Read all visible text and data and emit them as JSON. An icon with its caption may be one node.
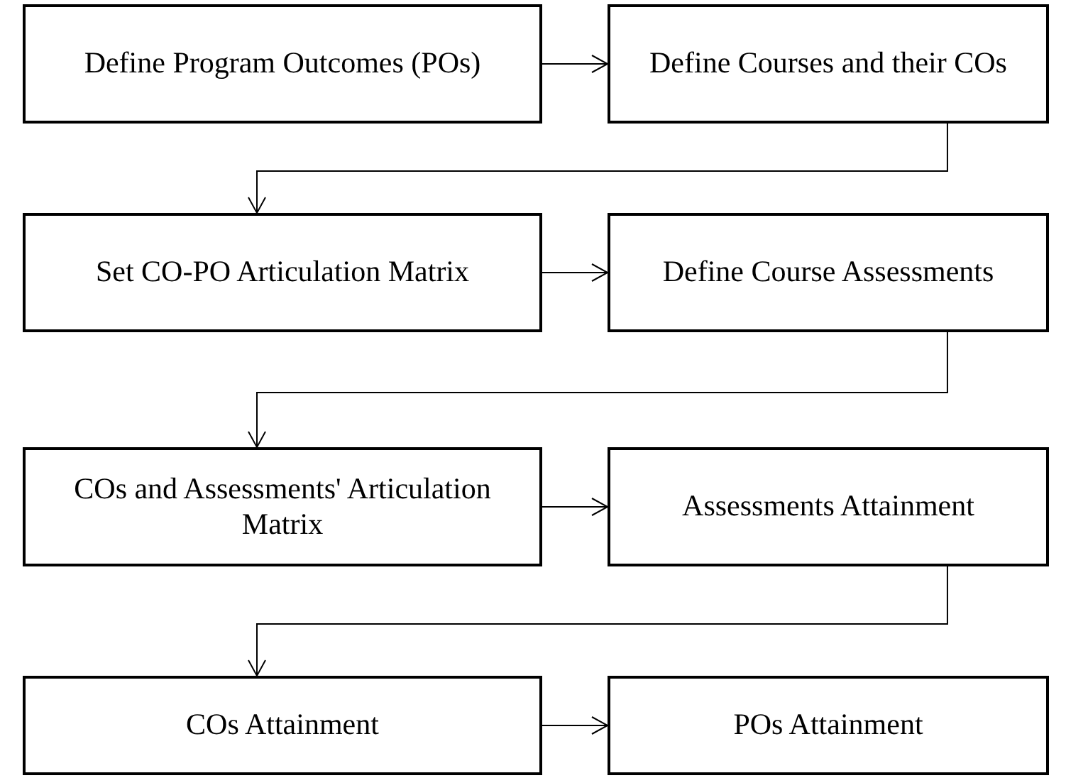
{
  "diagram": {
    "nodes": [
      {
        "text": [
          "Define Program Outcomes (POs)"
        ]
      },
      {
        "text": [
          "Define Courses and their COs"
        ]
      },
      {
        "text": [
          "Set CO-PO Articulation Matrix"
        ]
      },
      {
        "text": [
          "Define Course Assessments"
        ]
      },
      {
        "text": [
          "COs and Assessments' Articulation Matrix"
        ]
      },
      {
        "text": [
          "Assessments Attainment"
        ]
      },
      {
        "text": [
          "COs Attainment"
        ]
      },
      {
        "text": [
          "POs Attainment"
        ]
      }
    ],
    "edges": [
      {
        "from": 0,
        "to": 1,
        "arrow": "to"
      },
      {
        "from": 1,
        "to": 2,
        "arrow": "to"
      },
      {
        "from": 2,
        "to": 3,
        "arrow": "to"
      },
      {
        "from": 3,
        "to": 4,
        "arrow": "to"
      },
      {
        "from": 4,
        "to": 5,
        "arrow": "to"
      },
      {
        "from": 5,
        "to": 6,
        "arrow": "to"
      },
      {
        "from": 6,
        "to": 7,
        "arrow": "to"
      }
    ]
  }
}
